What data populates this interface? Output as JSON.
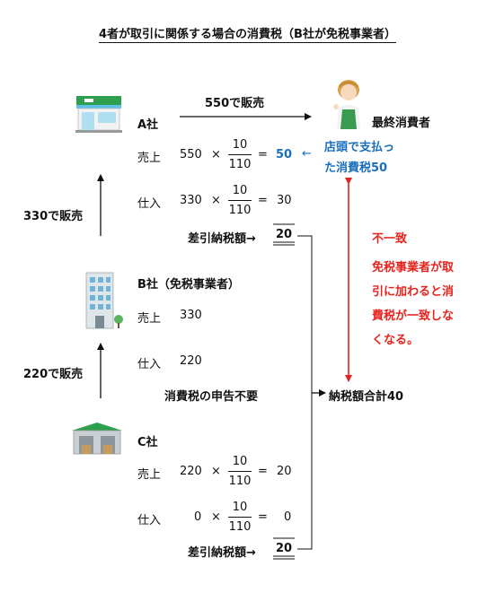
{
  "title": "4者が取引に関係する場合の消費税（B社が免税事業者）",
  "company_a": {
    "name": "A社",
    "sales_label": "売上",
    "sales_amount": "550",
    "sales_tax": "50",
    "purchase_label": "仕入",
    "purchase_amount": "330",
    "purchase_tax": "30",
    "net_label": "差引納税額→",
    "net_value": "20"
  },
  "company_b": {
    "name": "B社（免税事業者）",
    "sales_label": "売上",
    "sales_amount": "330",
    "purchase_label": "仕入",
    "purchase_amount": "220",
    "no_filing": "消費税の申告不要"
  },
  "company_c": {
    "name": "C社",
    "sales_label": "売上",
    "sales_amount": "220",
    "sales_tax": "20",
    "purchase_label": "仕入",
    "purchase_amount": "0",
    "purchase_tax": "0",
    "net_label": "差引納税額→",
    "net_value": "20"
  },
  "fraction": {
    "numerator": "10",
    "denominator": "110",
    "times": "×",
    "equals": "="
  },
  "flows": {
    "a_to_consumer": "550で販売",
    "b_to_a": "330で販売",
    "c_to_b": "220で販売"
  },
  "consumer": {
    "label": "最終消費者",
    "paid_line1": "店頭で支払っ",
    "paid_line2": "た消費税50"
  },
  "arrow_left": "←",
  "mismatch": {
    "heading": "不一致",
    "lines": [
      "免税事業者が取",
      "引に加わると消",
      "費税が一致しな",
      "くなる。"
    ]
  },
  "total": "納税額合計40",
  "colors": {
    "blue": "#1a6fbd",
    "red": "#e8231d",
    "text": "#111111"
  },
  "icons": [
    "convenience-store-icon",
    "office-building-icon",
    "warehouse-icon",
    "consumer-person-icon"
  ]
}
